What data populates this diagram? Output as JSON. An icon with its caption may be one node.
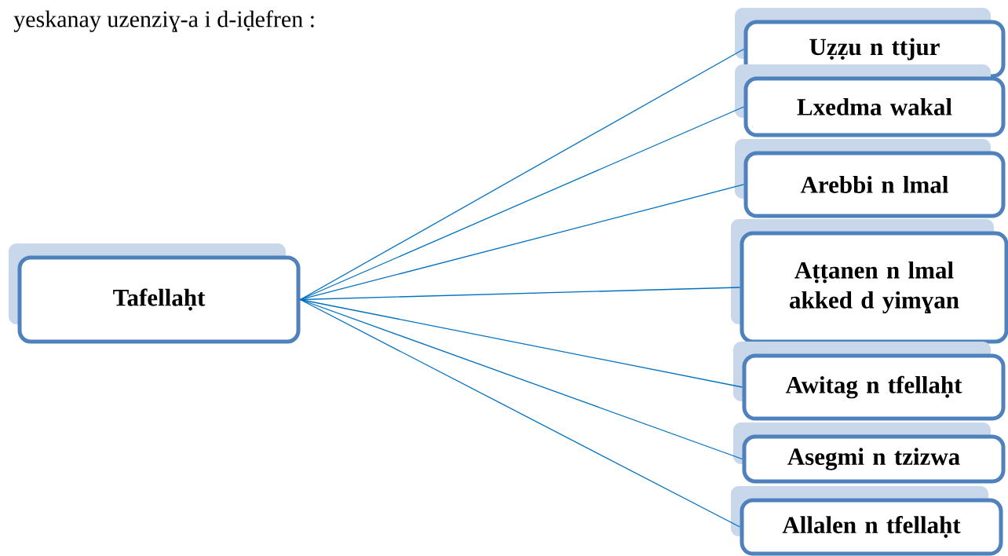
{
  "diagram": {
    "title": "yeskanay uzenziɣ-a i d-iḍefren :",
    "nodes": [
      {
        "text": [
          "Tafellaḥt"
        ]
      },
      {
        "text": [
          "Uẓẓu n ttjur"
        ]
      },
      {
        "text": [
          "Lxedma wakal"
        ]
      },
      {
        "text": [
          "Arebbi n lmal"
        ]
      },
      {
        "text": [
          "Aṭṭanen n lmal akked d yimɣan"
        ]
      },
      {
        "text": [
          "Awitag n tfellaḥt"
        ]
      },
      {
        "text": [
          "Asegmi n tzizwa"
        ]
      },
      {
        "text": [
          "Allalen n tfellaḥt"
        ]
      }
    ],
    "edges": [
      {
        "from": 0,
        "to": 1,
        "arrow": "none"
      },
      {
        "from": 0,
        "to": 2,
        "arrow": "none"
      },
      {
        "from": 0,
        "to": 3,
        "arrow": "none"
      },
      {
        "from": 0,
        "to": 4,
        "arrow": "none"
      },
      {
        "from": 0,
        "to": 5,
        "arrow": "none"
      },
      {
        "from": 0,
        "to": 6,
        "arrow": "none"
      },
      {
        "from": 0,
        "to": 7,
        "arrow": "none"
      }
    ]
  }
}
